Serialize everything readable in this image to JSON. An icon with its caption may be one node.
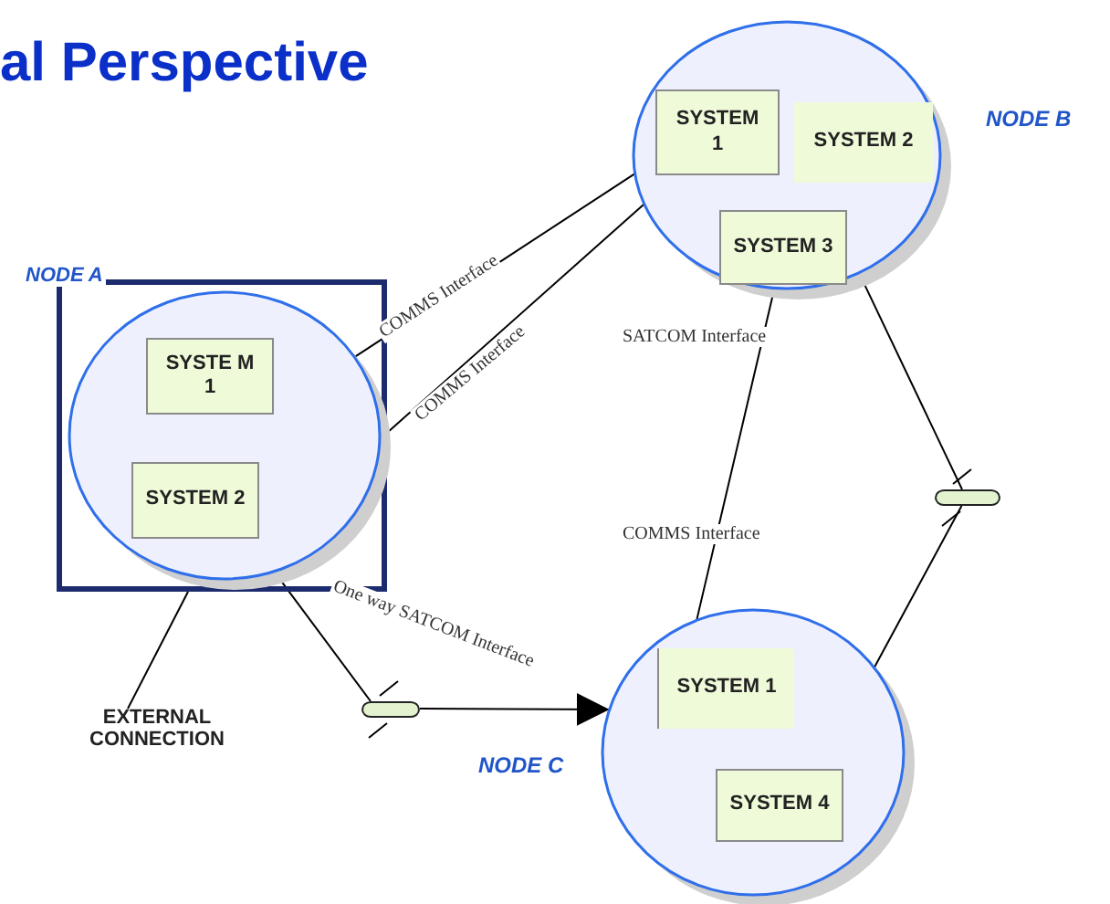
{
  "diagram": {
    "title": "al Perspective",
    "nodes": [
      {
        "text": [
          "NODE A"
        ]
      },
      {
        "text": [],
        "shape": "circle",
        "in": 0
      },
      {
        "text": [
          "SYSTE M 1"
        ],
        "in": 1
      },
      {
        "text": [
          "SYSTEM 2"
        ],
        "in": 1
      },
      {
        "text": [],
        "shape": "circle",
        "beside": [
          "NODE B"
        ]
      },
      {
        "text": [
          "SYSTEM 1"
        ],
        "in": 4
      },
      {
        "text": [
          "SYSTEM 2"
        ],
        "in": 4
      },
      {
        "text": [
          "SYSTEM 3"
        ],
        "in": 4
      },
      {
        "text": [],
        "shape": "circle",
        "beside": [
          "NODE C"
        ]
      },
      {
        "text": [
          "SYSTEM 1"
        ],
        "in": 8
      },
      {
        "text": [
          "SYSTEM 4"
        ],
        "in": 8
      },
      {
        "text": [
          "EXTERNAL CONNECTION"
        ]
      },
      {
        "text": [],
        "shape": "bar"
      },
      {
        "text": [],
        "shape": "bar"
      }
    ],
    "edges": [
      {
        "from": 1,
        "to": 4,
        "arrow": "none",
        "label": "COMMS Interface"
      },
      {
        "from": 0,
        "to": 4,
        "arrow": "none",
        "label": "COMMS Interface"
      },
      {
        "from": 4,
        "to": 8,
        "arrow": "none",
        "label": "SATCOM Interface"
      },
      {
        "from": 4,
        "to": 13,
        "arrow": "none"
      },
      {
        "from": 13,
        "to": 8,
        "arrow": "none"
      },
      {
        "from": 11,
        "to": 0,
        "arrow": "none"
      },
      {
        "from": 1,
        "to": 12,
        "arrow": "none",
        "label": "One way SATCOM Interface"
      },
      {
        "from": 12,
        "to": 8,
        "arrow": "to"
      }
    ],
    "labels": [
      "COMMS Interface"
    ]
  }
}
